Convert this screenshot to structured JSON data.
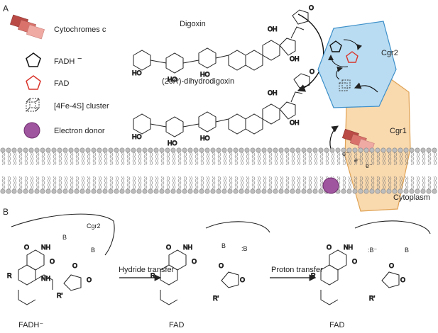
{
  "panels": {
    "a": "A",
    "b": "B"
  },
  "legend": {
    "cytochromes": "Cytochromes c",
    "fadh": "FADH",
    "fadh_charge": "−",
    "fad": "FAD",
    "cluster": "[4Fe-4S] cluster",
    "donor": "Electron donor"
  },
  "molecules": {
    "digoxin": "Digoxin",
    "dihydro": "(20R)-dihydrodigoxin"
  },
  "proteins": {
    "cgr2": "Cgr2",
    "cgr1": "Cgr1",
    "cytoplasm": "Cytoplasm",
    "electron": "e⁻"
  },
  "mechanism": {
    "cgr2": "Cgr2",
    "step1": "Hydride transfer",
    "step2": "Proton transfer",
    "state1": "FADH⁻",
    "state2": "FAD",
    "state3": "FAD",
    "base": "B",
    "base_anion": ":B⁻",
    "base_lone": ":B",
    "h": "H",
    "o": "O",
    "n": "N",
    "nh": "NH",
    "r": "R",
    "rprime": "R'"
  },
  "colors": {
    "cgr2_fill": "#b9dcf2",
    "cgr2_stroke": "#3d8fc9",
    "cgr1_fill": "#f9d9ae",
    "cgr1_stroke": "#e0a356",
    "donor": "#a0559f",
    "cyt1": "#b94a45",
    "cyt2": "#d9726b",
    "cyt3": "#f0aaa4",
    "fad": "#d9342b"
  }
}
